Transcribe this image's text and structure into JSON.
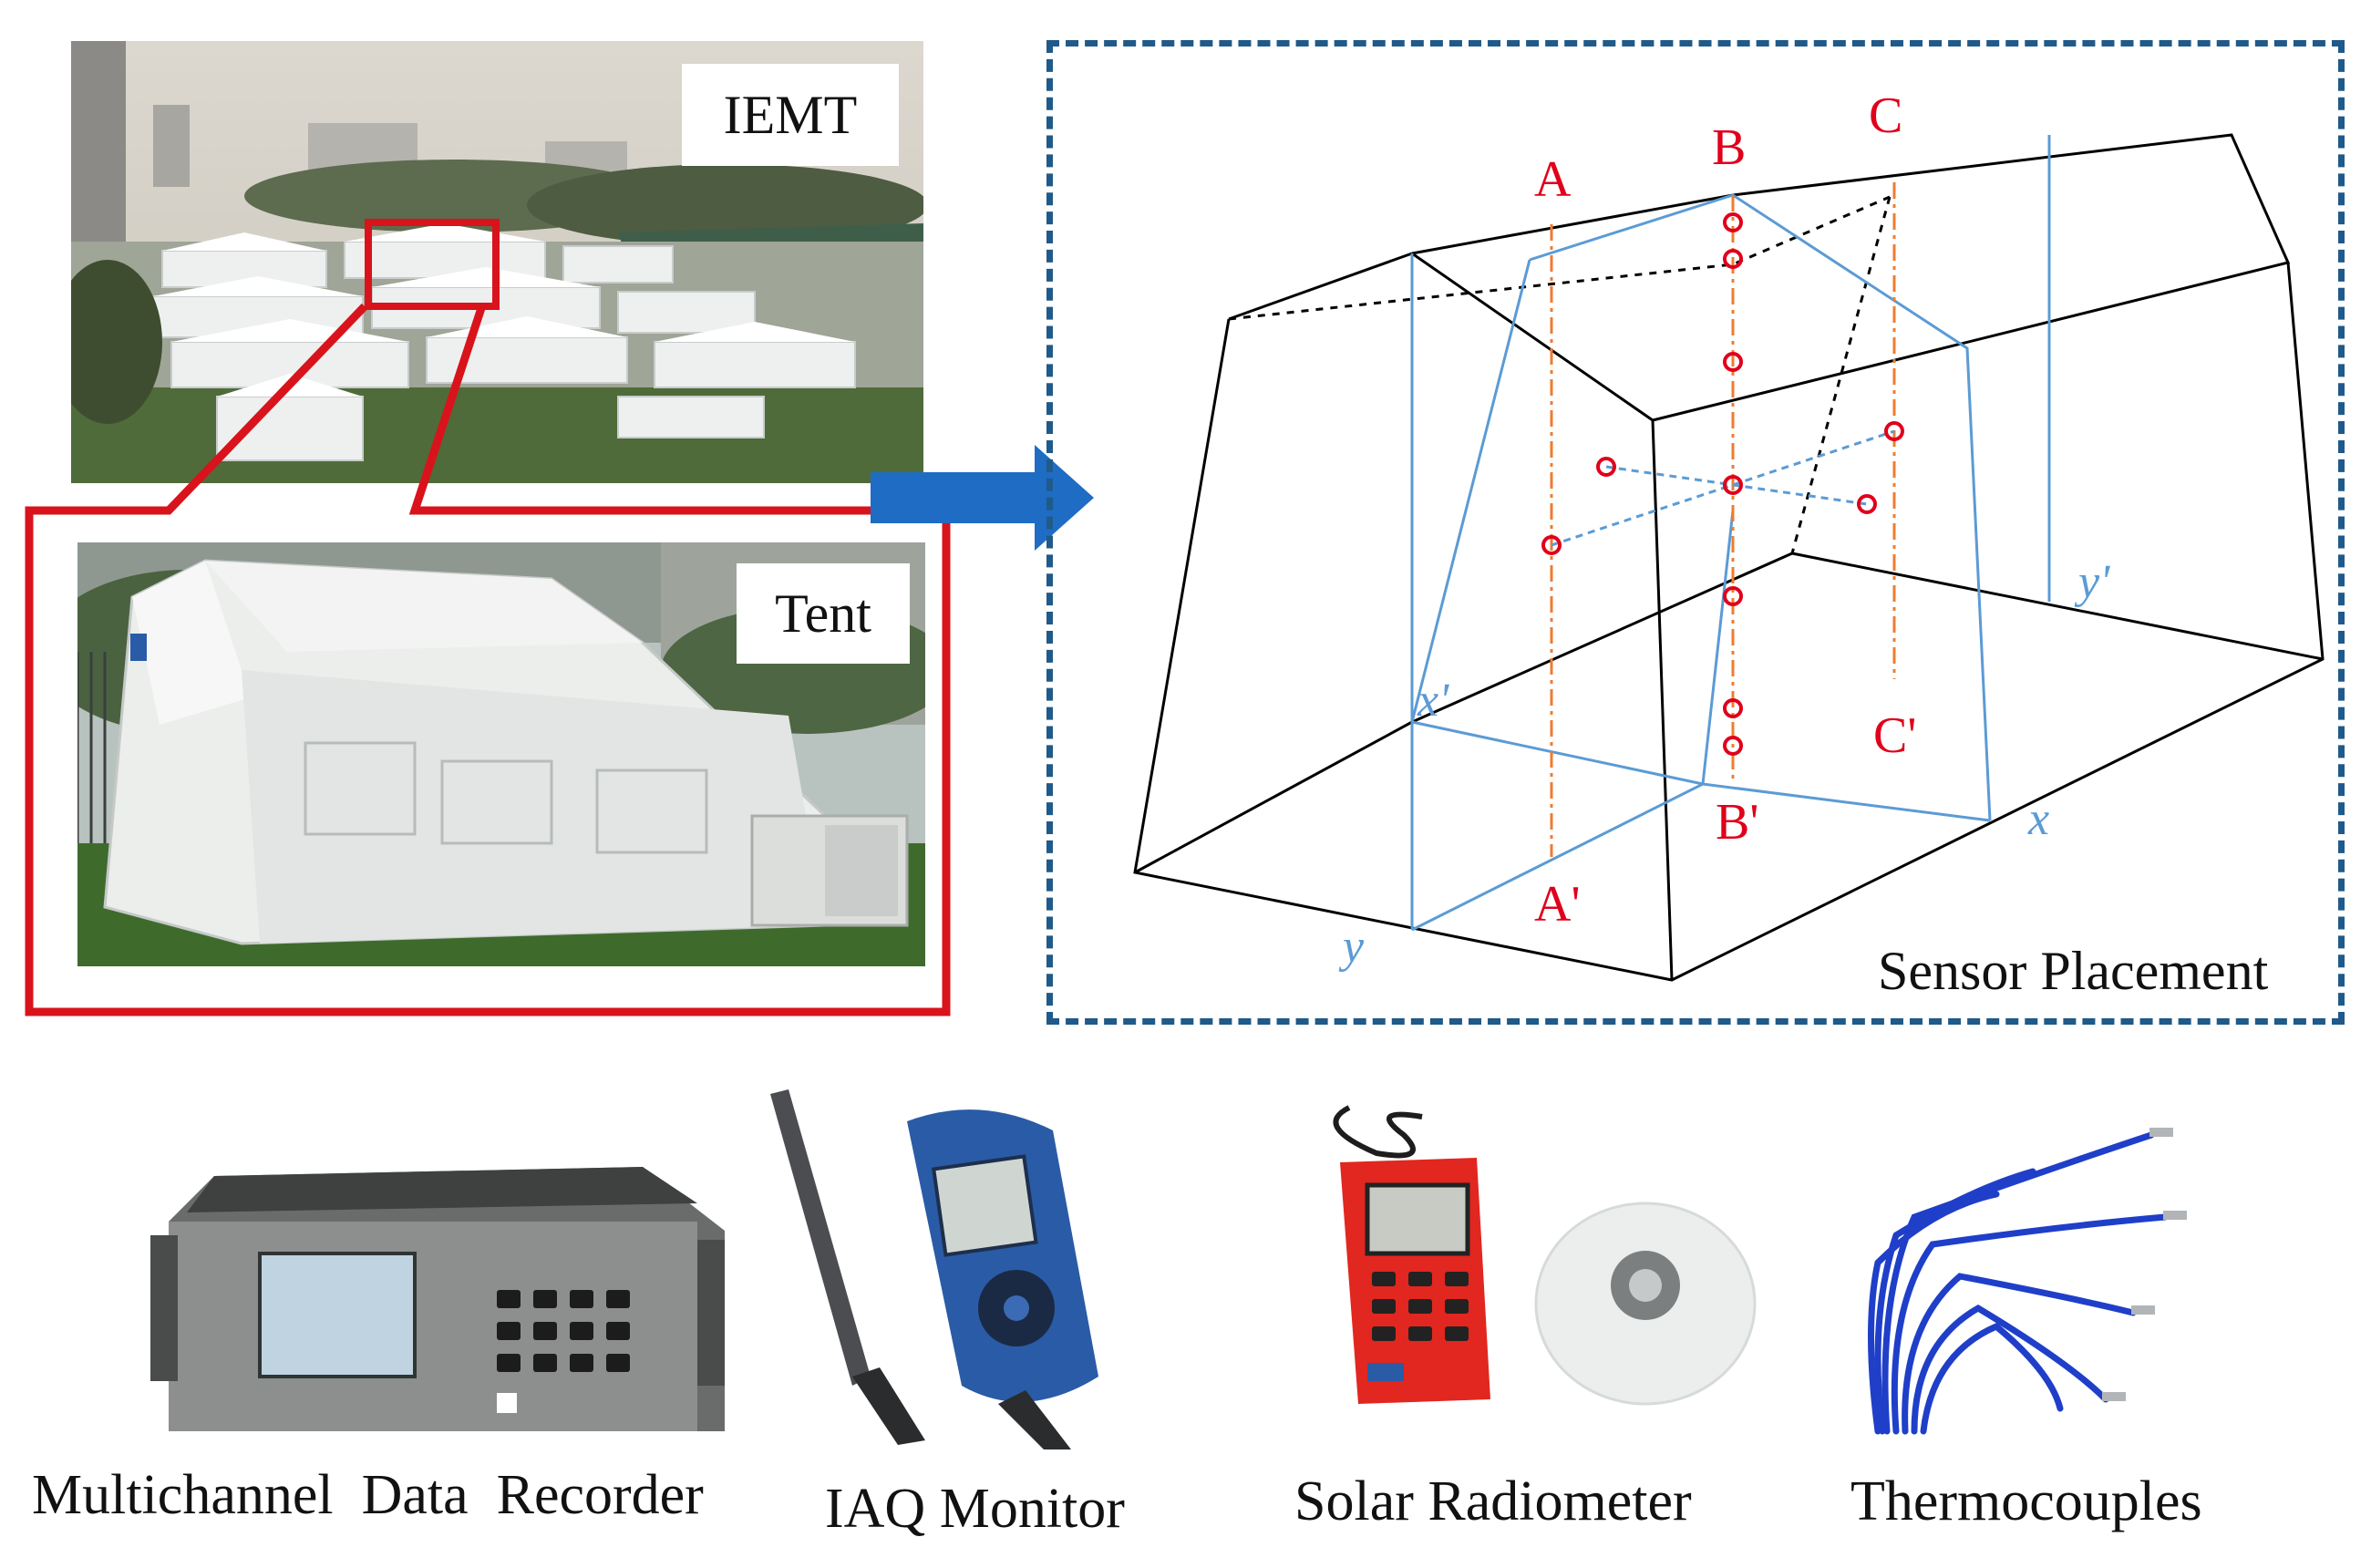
{
  "photos": {
    "iemt_label": "IEMT",
    "tent_label": "Tent"
  },
  "diagram": {
    "title": "Sensor Placement",
    "line_labels": {
      "A": "A",
      "B": "B",
      "C": "C",
      "A_prime": "A'",
      "B_prime": "B'",
      "C_prime": "C'"
    },
    "axis_labels": {
      "x": "x",
      "x_prime": "x'",
      "y": "y",
      "y_prime": "y'"
    },
    "colors": {
      "frame": "#1f5a8a",
      "sensor": "#e0001b",
      "guide": "#ee7c30",
      "blue_line": "#5b9bd5",
      "black_line": "#000000",
      "arrow": "#1f6cc4",
      "highlight_box": "#d9131b"
    }
  },
  "instruments": [
    {
      "name": "Multichannel  Data  Recorder",
      "icon": "data-recorder-image"
    },
    {
      "name": "IAQ Monitor",
      "icon": "iaq-monitor-image"
    },
    {
      "name": "Solar Radiometer",
      "icon": "solar-radiometer-image"
    },
    {
      "name": "Thermocouples",
      "icon": "thermocouples-image"
    }
  ]
}
